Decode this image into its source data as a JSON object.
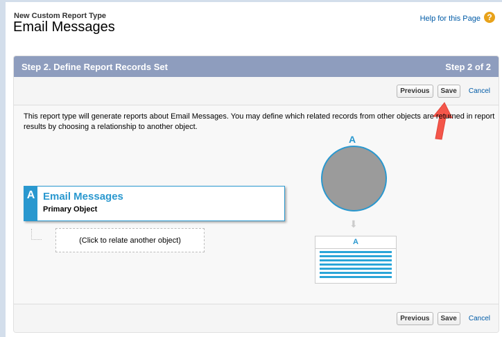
{
  "header": {
    "subtitle": "New Custom Report Type",
    "title": "Email Messages",
    "help_link": "Help for this Page",
    "help_icon": "question-circle-icon"
  },
  "panel": {
    "step_title": "Step 2. Define Report Records Set",
    "step_count": "Step 2 of 2",
    "header_color": "#8e9dbe"
  },
  "toolbar": {
    "previous": "Previous",
    "save": "Save",
    "cancel": "Cancel"
  },
  "description": "This report type will generate reports about Email Messages. You may define which related records from other objects are returned in report results by choosing a relationship to another object.",
  "primary_object": {
    "letter": "A",
    "name": "Email Messages",
    "label": "Primary Object",
    "color": "#2a98cf"
  },
  "relate_prompt": "(Click to relate another object)",
  "diagram": {
    "circle_label": "A",
    "table_label": "A"
  }
}
